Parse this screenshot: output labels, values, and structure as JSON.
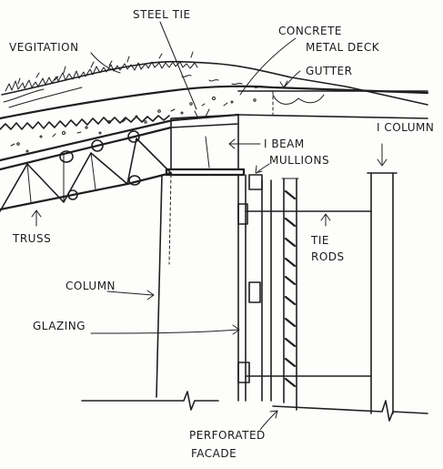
{
  "labels": {
    "steel_tie": "STEEL TIE",
    "vegetation": "VEGITATION",
    "concrete_metal_deck_1": "CONCRETE",
    "concrete_metal_deck_2": "METAL DECK",
    "gutter": "GUTTER",
    "i_column": "I COLUMN",
    "i_beam": "I BEAM",
    "mullions": "MULLIONS",
    "truss": "TRUSS",
    "tie_rods_1": "TIE",
    "tie_rods_2": "RODS",
    "column": "COLUMN",
    "glazing": "GLAZING",
    "perforated_1": "PERFORATED",
    "perforated_2": "FACADE"
  }
}
